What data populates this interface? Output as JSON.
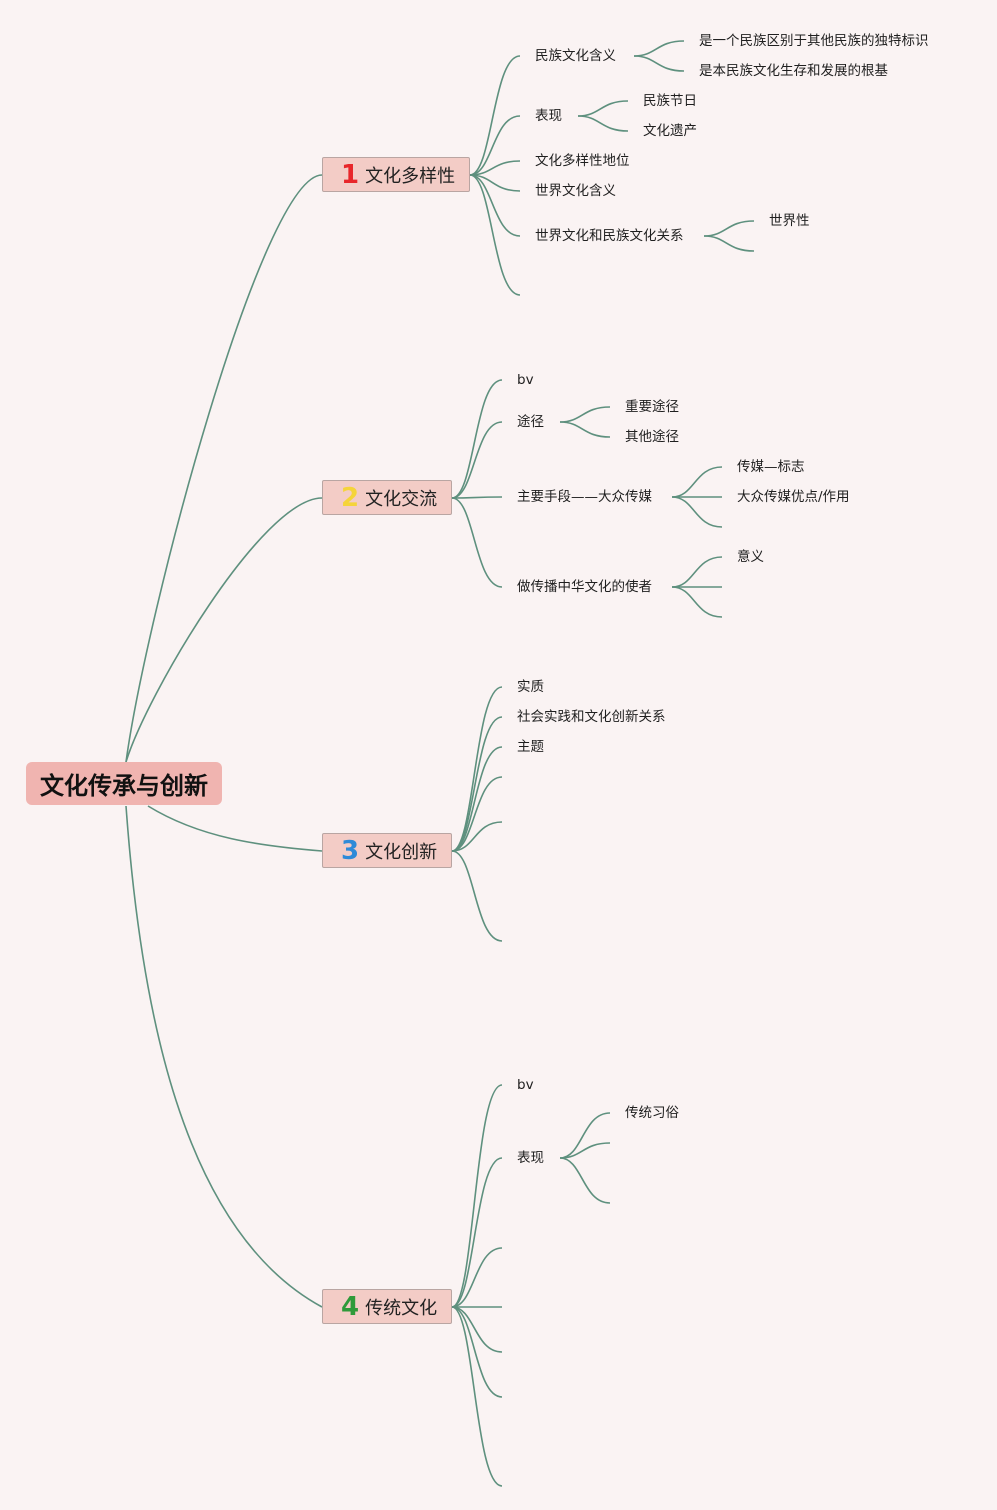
{
  "root": {
    "label": "文化传承与创新"
  },
  "topics": [
    {
      "number": "1",
      "label": "文化多样性",
      "number_color": "#e8262a",
      "children": [
        {
          "label": "民族文化含义",
          "children": [
            "是一个民族区别于其他民族的独特标识",
            "是本民族文化生存和发展的根基"
          ]
        },
        {
          "label": "表现",
          "children": [
            "民族节日",
            "文化遗产"
          ]
        },
        {
          "label": "文化多样性地位",
          "children": []
        },
        {
          "label": "世界文化含义",
          "children": []
        },
        {
          "label": "世界文化和民族文化关系",
          "children": [
            "世界性",
            ""
          ]
        },
        {
          "label": "",
          "children": []
        }
      ]
    },
    {
      "number": "2",
      "label": "文化交流",
      "number_color": "#f5d43a",
      "children": [
        {
          "label": "bv",
          "children": []
        },
        {
          "label": "途径",
          "children": [
            "重要途径",
            "其他途径"
          ]
        },
        {
          "label": "主要手段——大众传媒",
          "children": [
            "传媒—标志",
            "大众传媒优点/作用",
            ""
          ]
        },
        {
          "label": "做传播中华文化的使者",
          "children": [
            "意义",
            "",
            ""
          ]
        }
      ]
    },
    {
      "number": "3",
      "label": "文化创新",
      "number_color": "#2e8ad8",
      "children": [
        {
          "label": "实质",
          "children": []
        },
        {
          "label": "社会实践和文化创新关系",
          "children": []
        },
        {
          "label": "主题",
          "children": []
        },
        {
          "label": "",
          "children": []
        },
        {
          "label": "",
          "children": []
        },
        {
          "label": "",
          "children": []
        }
      ]
    },
    {
      "number": "4",
      "label": "传统文化",
      "number_color": "#2f9a3a",
      "children": [
        {
          "label": "bv",
          "children": []
        },
        {
          "label": "表现",
          "children": [
            "传统习俗",
            "",
            ""
          ]
        },
        {
          "label": "",
          "children": []
        },
        {
          "label": "",
          "children": []
        },
        {
          "label": "",
          "children": []
        },
        {
          "label": "",
          "children": []
        },
        {
          "label": "",
          "children": []
        }
      ]
    }
  ]
}
